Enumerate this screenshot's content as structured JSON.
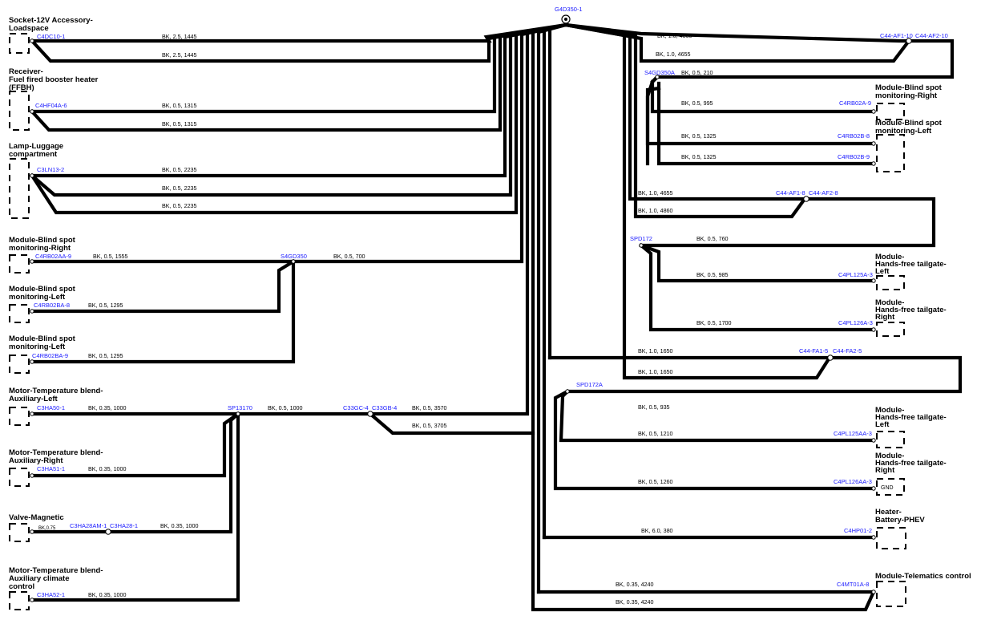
{
  "ground_id": "G4D350-1",
  "components": {
    "socket12v": [
      "Socket-12V Accessory-",
      "Loadspace"
    ],
    "ffbh": [
      "Receiver-",
      "Fuel fired booster heater",
      "(FFBH)"
    ],
    "lamp": [
      "Lamp-Luggage",
      "compartment"
    ],
    "bsm_right_l": [
      "Module-Blind spot",
      "monitoring-Right"
    ],
    "bsm_left_l1": [
      "Module-Blind spot",
      "monitoring-Left"
    ],
    "bsm_left_l2": [
      "Module-Blind spot",
      "monitoring-Left"
    ],
    "motor_aux_left": [
      "Motor-Temperature blend-",
      "Auxiliary-Left"
    ],
    "motor_aux_right": [
      "Motor-Temperature blend-",
      "Auxiliary-Right"
    ],
    "valve": [
      "Valve-Magnetic"
    ],
    "motor_aux_climate": [
      "Motor-Temperature blend-",
      "Auxiliary climate",
      "control"
    ],
    "bsm_right_r": [
      "Module-Blind spot",
      "monitoring-Right"
    ],
    "bsm_left_r": [
      "Module-Blind spot",
      "monitoring-Left"
    ],
    "hf_left_1": [
      "Module-",
      "Hands-free tailgate-",
      "Left"
    ],
    "hf_right_1": [
      "Module-",
      "Hands-free tailgate-",
      "Right"
    ],
    "hf_left_2": [
      "Module-",
      "Hands-free tailgate-",
      "Left"
    ],
    "hf_right_2": [
      "Module-",
      "Hands-free tailgate-",
      "Right"
    ],
    "heater": [
      "Heater-",
      "Battery-PHEV"
    ],
    "telematics": [
      "Module-Telematics control"
    ]
  },
  "connectors": {
    "c4dc10": "C4DC10-1",
    "c4hf04a": "C4HF04A-6",
    "c3ln13": "C3LN13-2",
    "c4rb02aa9": "C4RB02AA-9",
    "s4gd350": "S4GD350",
    "c4rb02ba8": "C4RB02BA-8",
    "c4rb02ba9": "C4RB02BA-9",
    "c3ha50": "C3HA50-1",
    "sp13170": "SP13170",
    "c33gc4": "C33GC-4",
    "c33gb4": "C33GB-4",
    "c3ha51": "C3HA51-1",
    "c3ha28am": "C3HA28AM-1",
    "c3ha28": "C3HA28-1",
    "c3ha52": "C3HA52-1",
    "c44af110": "C44-AF1-10",
    "c44af210": "C44-AF2-10",
    "s4gd350a": "S4GD350A",
    "c4rb02a9": "C4RB02A-9",
    "c4rb02b8": "C4RB02B-8",
    "c4rb02b9": "C4RB02B-9",
    "c44af18": "C44-AF1-8",
    "c44af28": "C44-AF2-8",
    "spd172": "SPD172",
    "c4pl125a3": "C4PL125A-3",
    "c4pl126a3": "C4PL126A-3",
    "c44fa15": "C44-FA1-5",
    "c44fa25": "C44-FA2-5",
    "spd172a": "SPD172A",
    "c4pl125aa3": "C4PL125AA-3",
    "c4pl126aa3": "C4PL126AA-3",
    "c4hp01": "C4HP01-2",
    "c4mt01a": "C4MT01A-8"
  },
  "gnd_label": "GND",
  "wires": {
    "w1": "BK,  2.5,  1445",
    "w2": "BK,  2.5,  1445",
    "w3": "BK,  0.5,  1315",
    "w4": "BK,  0.5,  1315",
    "w5": "BK,  0.5,  2235",
    "w6": "BK,  0.5,  2235",
    "w7": "BK,  0.5,  2235",
    "w8": "BK,  0.5,  1555",
    "w9": "BK,  0.5,  700",
    "w10": "BK,  0.5,  1295",
    "w11": "BK,  0.5,  1295",
    "w12": "BK,  0.35,  1000",
    "w13": "BK,  0.5,  1000",
    "w14": "BK,  0.5,  3570",
    "w15": "BK,  0.5,  3705",
    "w16": "BK,  0.35,  1000",
    "w17": "BK,0.75",
    "w18": "BK,  0.35,  1000",
    "w19": "BK,  0.35,  1000",
    "r1": "BK,  1.0,  4860",
    "r2": "BK,  1.0,  4655",
    "r3": "BK,  0.5,  210",
    "r4": "BK,  0.5,  995",
    "r5": "BK,  0.5,  1325",
    "r6": "BK,  0.5,  1325",
    "r7": "BK,  1.0,  4655",
    "r8": "BK,  1.0,  4860",
    "r9": "BK,  0.5,  760",
    "r10": "BK,  0.5,  985",
    "r11": "BK,  0.5,  1700",
    "r12": "BK,  1.0,  1650",
    "r13": "BK,  1.0,  1650",
    "r14": "BK,  0.5,  935",
    "r15": "BK,  0.5,  1210",
    "r16": "BK,  0.5,  1260",
    "r17": "BK,  6.0,  380",
    "r18": "BK,  0.35,  4240",
    "r19": "BK,  0.35,  4240"
  }
}
